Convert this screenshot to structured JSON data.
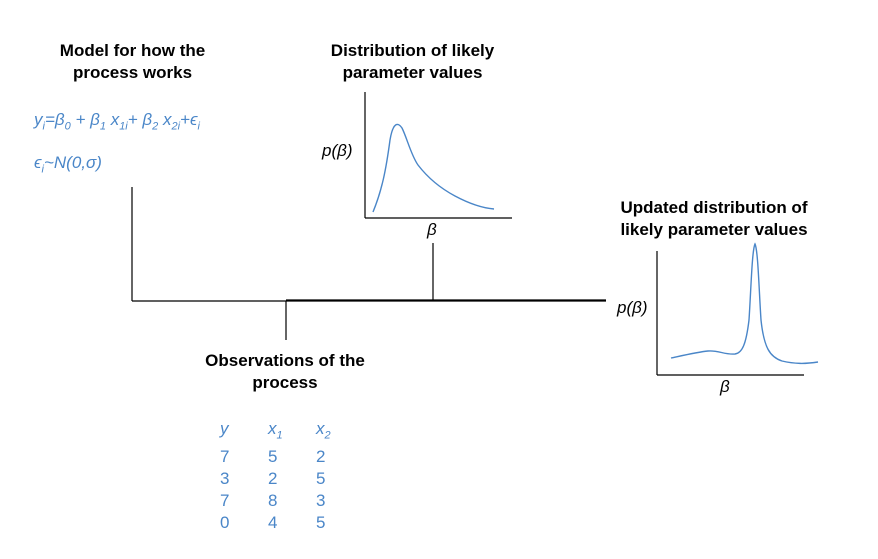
{
  "model": {
    "title": "Model for how the\nprocess works",
    "eq1": {
      "y": "y",
      "i": "i",
      "b0": "β",
      "s0": "0",
      "b1": "β",
      "s1": "1",
      "x1": "x",
      "s1i": "1i",
      "b2": "β",
      "s2": "2",
      "x2": "x",
      "s2i": "2i",
      "eps": "ϵ",
      "ei": "i"
    },
    "eq2": {
      "eps": "ϵ",
      "ei": "i",
      "rest": "~N(0,σ)"
    }
  },
  "prior": {
    "title": "Distribution of likely\nparameter values",
    "ylabel": "p(β)",
    "xlabel": "β"
  },
  "posterior": {
    "title": "Updated distribution of\nlikely parameter values",
    "ylabel": "p(β)",
    "xlabel": "β"
  },
  "observations": {
    "title": "Observations of the\nprocess",
    "headers": [
      {
        "base": "y",
        "sub": ""
      },
      {
        "base": "x",
        "sub": "1"
      },
      {
        "base": "x",
        "sub": "2"
      }
    ],
    "rows": [
      [
        "7",
        "5",
        "2"
      ],
      [
        "3",
        "2",
        "5"
      ],
      [
        "7",
        "8",
        "3"
      ],
      [
        "0",
        "4",
        "5"
      ]
    ]
  },
  "colors": {
    "accent": "#4a86c8",
    "line": "#000000"
  }
}
